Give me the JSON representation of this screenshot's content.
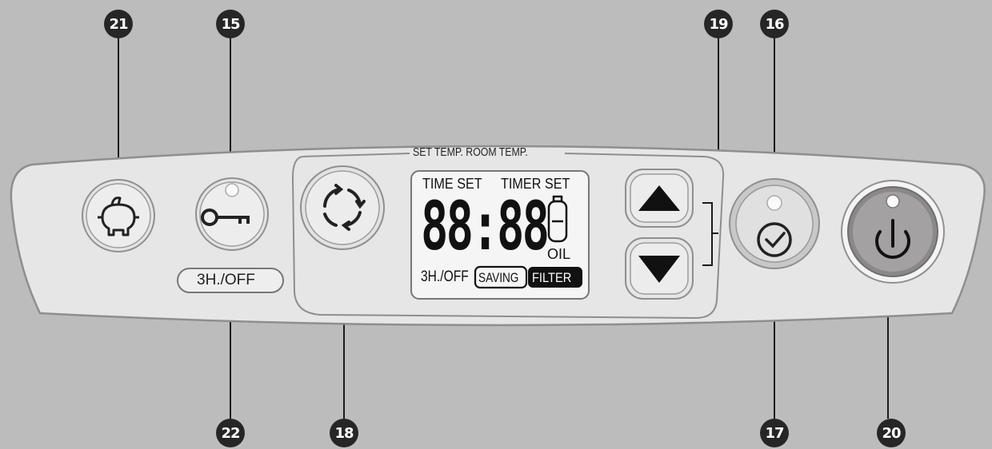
{
  "callouts": {
    "c21": "21",
    "c15": "15",
    "c19": "19",
    "c16": "16",
    "c22": "22",
    "c18": "18",
    "c17": "17",
    "c20": "20"
  },
  "panel": {
    "display_header": "SET TEMP.  ROOM TEMP.",
    "three_hour_off_label": "3H./OFF"
  },
  "lcd": {
    "time_set": "TIME SET",
    "timer_set": "TIMER SET",
    "digits": "88:88",
    "oil": "OIL",
    "three_hour_off": "3H./OFF",
    "saving": "SAVING",
    "filter": "FILTER"
  },
  "colors": {
    "background": "#bcbcbc",
    "panel": "#e6e6e6",
    "callout": "#262626",
    "power_button": "#8a8888"
  },
  "icons": [
    "piggy-bank-icon",
    "key-icon",
    "cycle-arrows-icon",
    "arrow-up-icon",
    "arrow-down-icon",
    "clock-check-icon",
    "power-icon"
  ]
}
